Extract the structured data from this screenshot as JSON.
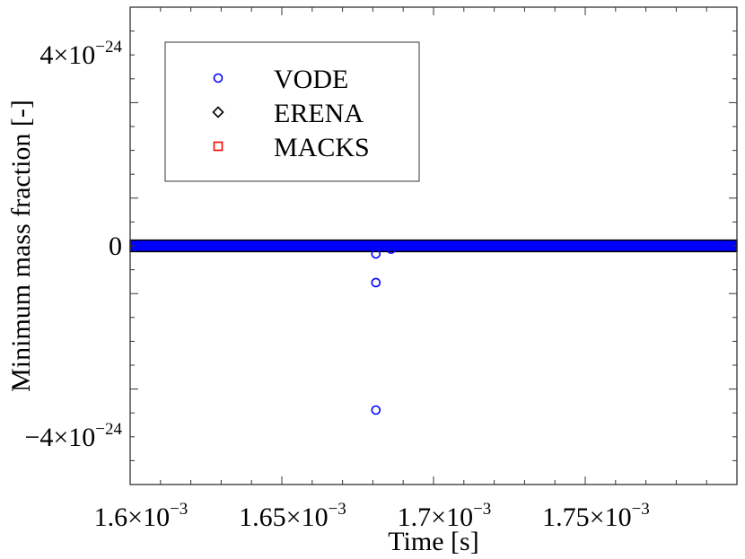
{
  "chart_data": {
    "type": "scatter",
    "title": "",
    "xlabel": "Time [s]",
    "ylabel": "Minimum mass fraction [-]",
    "xlim": [
      0.0016,
      0.0018
    ],
    "ylim": [
      -5e-24,
      5e-24
    ],
    "x_ticks": [
      {
        "value": 0.0016,
        "mant": "1.6",
        "exp": "−3"
      },
      {
        "value": 0.00165,
        "mant": "1.65",
        "exp": "−3"
      },
      {
        "value": 0.0017,
        "mant": "1.7",
        "exp": "−3"
      },
      {
        "value": 0.00175,
        "mant": "1.75",
        "exp": "−3"
      }
    ],
    "y_ticks": [
      {
        "value": 4e-24,
        "mant": "4",
        "exp": "−24",
        "sign": ""
      },
      {
        "value": 0,
        "mant": "0",
        "exp": "",
        "sign": ""
      },
      {
        "value": -4e-24,
        "mant": "4",
        "exp": "−24",
        "sign": "−"
      }
    ],
    "grid": false,
    "legend_position": "upper left",
    "series": [
      {
        "name": "VODE",
        "marker": "circle",
        "color": "#0000ff",
        "note": "dense band of points at ~0 across entire time range",
        "band": {
          "x_from": 0.0016,
          "x_to": 0.0018,
          "y_from": -1.2e-25,
          "y_to": 1.2e-25
        },
        "points": [
          {
            "x": 0.001681,
            "y": -1.7e-25
          },
          {
            "x": 0.001681,
            "y": -7.7e-25
          },
          {
            "x": 0.001681,
            "y": -3.44e-24
          },
          {
            "x": 0.001686,
            "y": -7e-26
          }
        ]
      },
      {
        "name": "ERENA",
        "marker": "diamond",
        "color": "#000000",
        "points": []
      },
      {
        "name": "MACKS",
        "marker": "square",
        "color": "#ff0000",
        "points": []
      }
    ]
  }
}
